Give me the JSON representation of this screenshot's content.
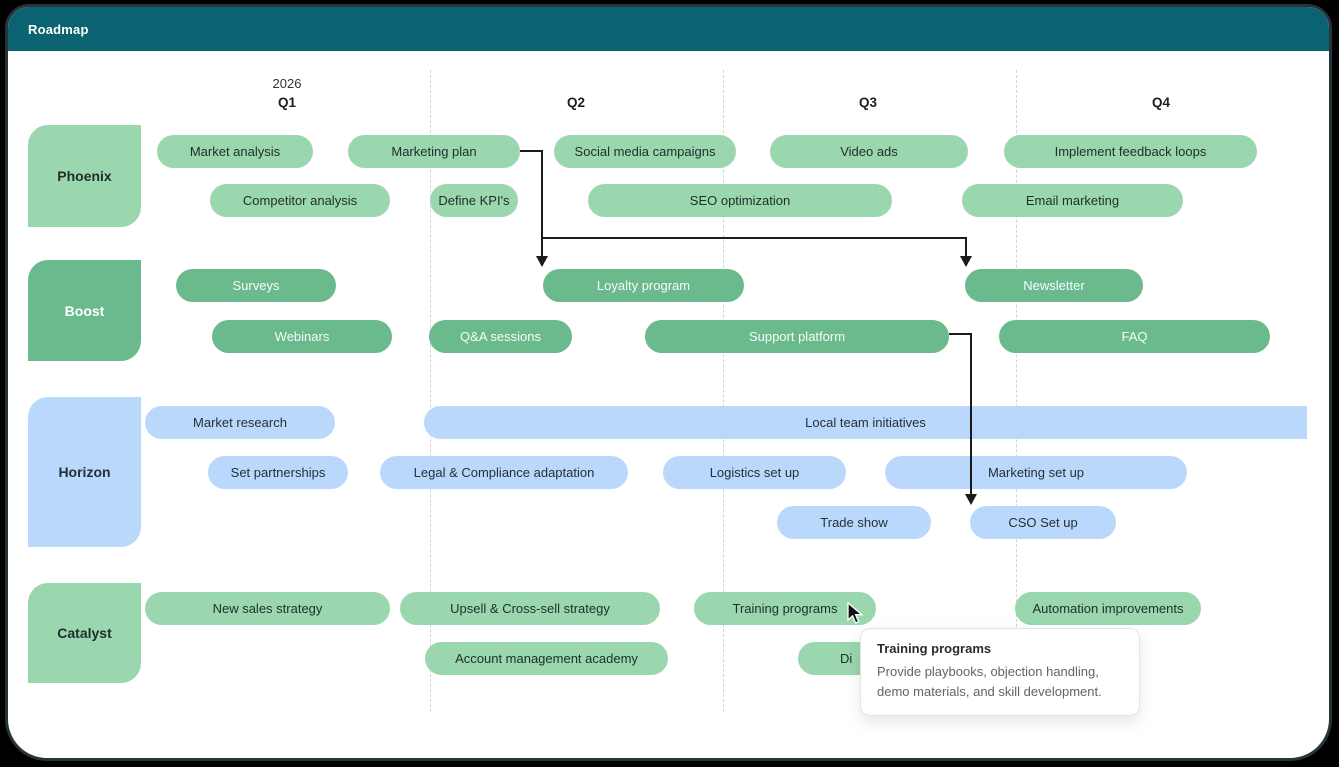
{
  "header": {
    "title": "Roadmap"
  },
  "timeline": {
    "year": "2026",
    "quarters": [
      "Q1",
      "Q2",
      "Q3",
      "Q4"
    ]
  },
  "lanes": [
    {
      "label": "Phoenix",
      "color": "#9ad7ae",
      "tasks": [
        "Market analysis",
        "Marketing plan",
        "Social media campaigns",
        "Video ads",
        "Implement feedback loops",
        "Competitor analysis",
        "Define KPI's",
        "SEO optimization",
        "Email marketing"
      ]
    },
    {
      "label": "Boost",
      "color": "#6aba8e",
      "tasks": [
        "Surveys",
        "Loyalty program",
        "Newsletter",
        "Webinars",
        "Q&A sessions",
        "Support platform",
        "FAQ"
      ]
    },
    {
      "label": "Horizon",
      "color": "#b9d8fb",
      "tasks": [
        "Market research",
        "Local team initiatives",
        "Set partnerships",
        "Legal & Compliance adaptation",
        "Logistics set up",
        "Marketing set up",
        "Trade show",
        "CSO Set up"
      ]
    },
    {
      "label": "Catalyst",
      "color": "#9ad7ae",
      "tasks": [
        "New sales strategy",
        "Upsell & Cross-sell strategy",
        "Training programs",
        "Automation improvements",
        "Account management academy",
        "Di"
      ]
    }
  ],
  "tooltip": {
    "title": "Training programs",
    "body": "Provide playbooks, objection handling, demo materials, and skill development."
  },
  "colors": {
    "titlebar": "#0b6271",
    "light_green": "#9ad7ae",
    "mid_green": "#6aba8e",
    "light_blue": "#b9d8fb",
    "arrow": "#1a1a1a"
  }
}
